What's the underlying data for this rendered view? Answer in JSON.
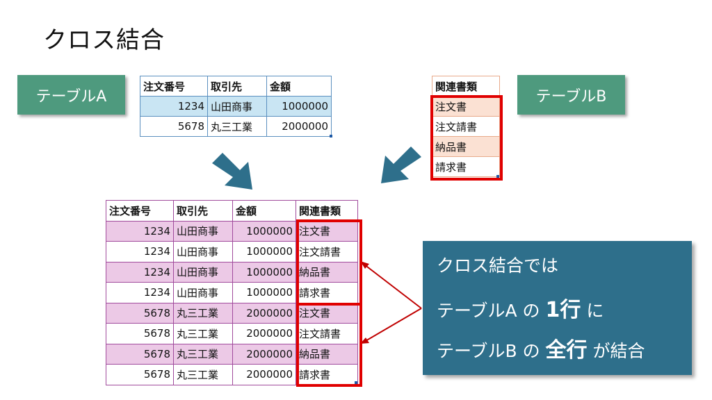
{
  "title": "クロス結合",
  "label_a": "テーブルA",
  "label_b": "テーブルB",
  "table_a": {
    "headers": [
      "注文番号",
      "取引先",
      "金額"
    ],
    "rows": [
      [
        "1234",
        "山田商事",
        "1000000"
      ],
      [
        "5678",
        "丸三工業",
        "2000000"
      ]
    ]
  },
  "table_b": {
    "header": "関連書類",
    "rows": [
      "注文書",
      "注文請書",
      "納品書",
      "請求書"
    ]
  },
  "result": {
    "headers": [
      "注文番号",
      "取引先",
      "金額",
      "関連書類"
    ],
    "rows": [
      [
        "1234",
        "山田商事",
        "1000000",
        "注文書"
      ],
      [
        "1234",
        "山田商事",
        "1000000",
        "注文請書"
      ],
      [
        "1234",
        "山田商事",
        "1000000",
        "納品書"
      ],
      [
        "1234",
        "山田商事",
        "1000000",
        "請求書"
      ],
      [
        "5678",
        "丸三工業",
        "2000000",
        "注文書"
      ],
      [
        "5678",
        "丸三工業",
        "2000000",
        "注文請書"
      ],
      [
        "5678",
        "丸三工業",
        "2000000",
        "納品書"
      ],
      [
        "5678",
        "丸三工業",
        "2000000",
        "請求書"
      ]
    ]
  },
  "callout": {
    "line1": "クロス結合では",
    "line2_pre": "テーブルA の ",
    "line2_big": "1行",
    "line2_post": " に",
    "line3_pre": "テーブルB の ",
    "line3_big": "全行",
    "line3_post": " が結合"
  },
  "colors": {
    "arrow": "#2e6f8b",
    "highlight": "#e00000",
    "label_bg": "#4e9a7e",
    "callout_bg": "#2e6f8b"
  }
}
